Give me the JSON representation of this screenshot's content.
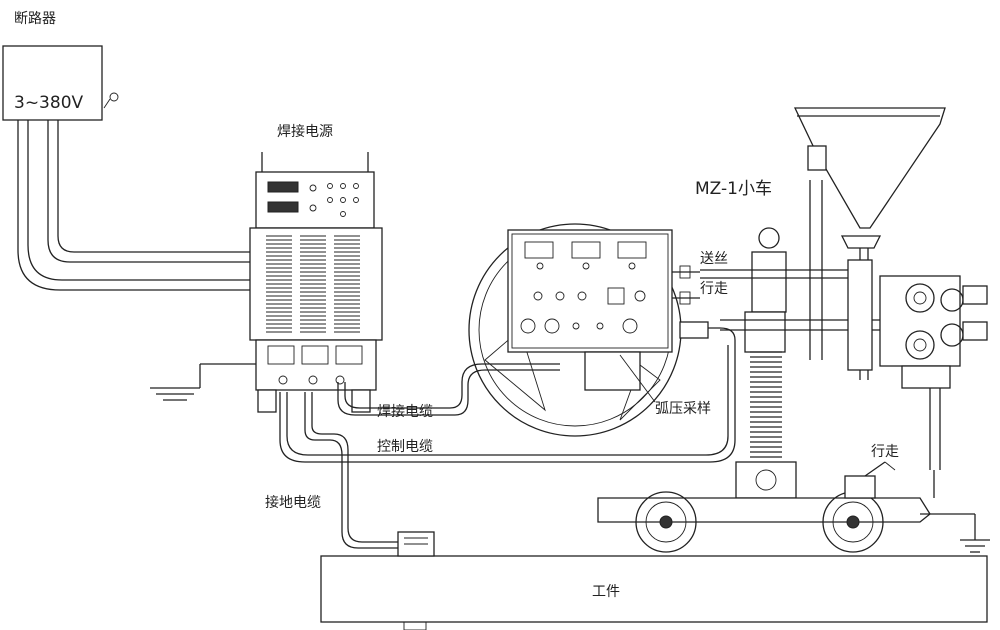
{
  "labels": {
    "breaker": "断路器",
    "voltage": "3~380V",
    "power_source": "焊接电源",
    "tractor": "MZ-1小车",
    "wire_feed": "送丝",
    "travel_1": "行走",
    "welding_cable": "焊接电缆",
    "arc_sampling": "弧压采样",
    "control_cable": "控制电缆",
    "travel_2": "行走",
    "ground_cable": "接地电缆",
    "workpiece": "工件"
  }
}
